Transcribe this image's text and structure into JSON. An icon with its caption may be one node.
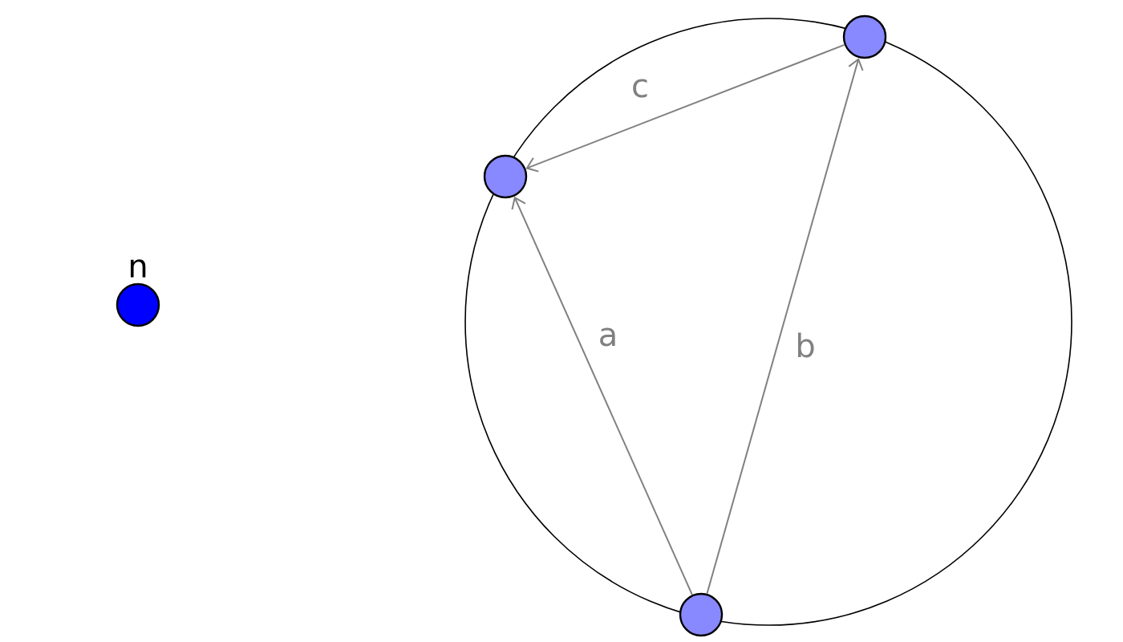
{
  "diagram": {
    "nodes": [
      {
        "text": [
          "n"
        ]
      },
      {
        "text": [],
        "shape": "circle"
      },
      {
        "text": [],
        "shape": "circle"
      },
      {
        "text": [],
        "shape": "circle"
      }
    ],
    "edges": [
      {
        "from": 3,
        "to": 2,
        "arrow": "to",
        "label": "a"
      },
      {
        "from": 3,
        "to": 1,
        "arrow": "to",
        "label": "b"
      },
      {
        "from": 1,
        "to": 2,
        "arrow": "to",
        "label": "c"
      }
    ]
  }
}
